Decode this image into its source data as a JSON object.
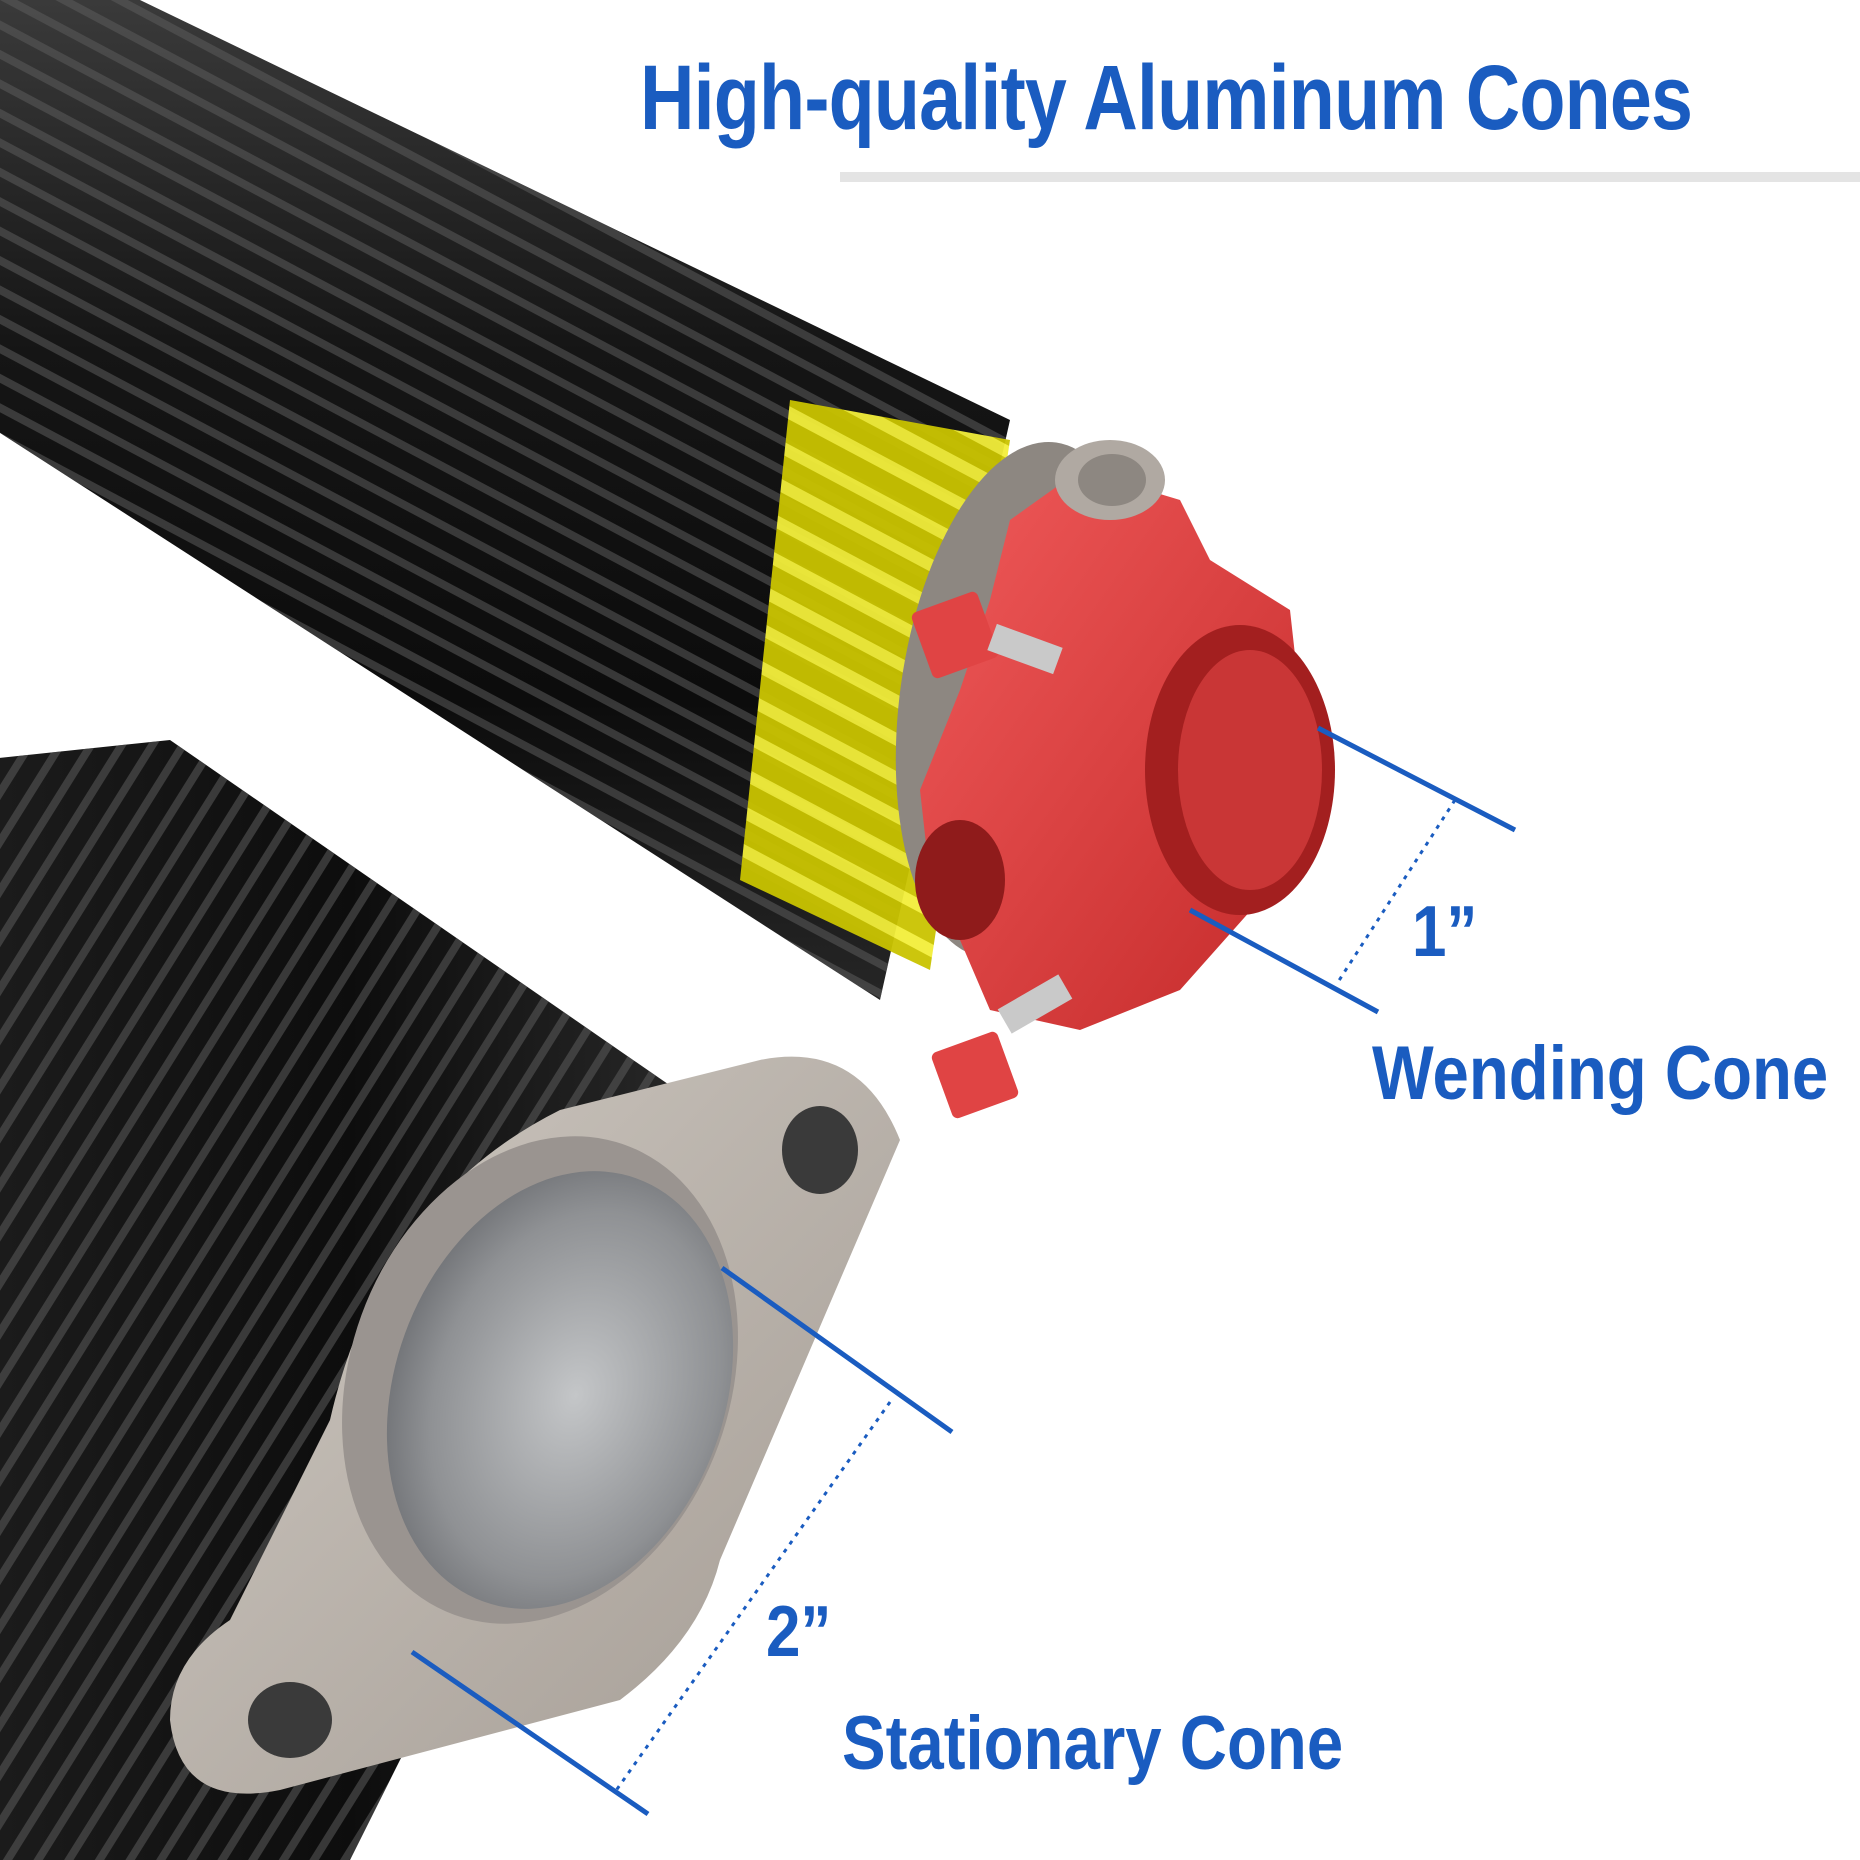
{
  "title": "High-quality Aluminum Cones",
  "labels": {
    "wending_diameter": "1”",
    "wending_cone": "Wending Cone",
    "stationary_diameter": "2”",
    "stationary_cone": "Stationary Cone"
  },
  "colors": {
    "label_blue": "#1a5cc0",
    "spring_black": "#121212",
    "yellow_coils": "#d8d400",
    "red_cone": "#e03c3c",
    "aluminum": "#b4aca4"
  }
}
